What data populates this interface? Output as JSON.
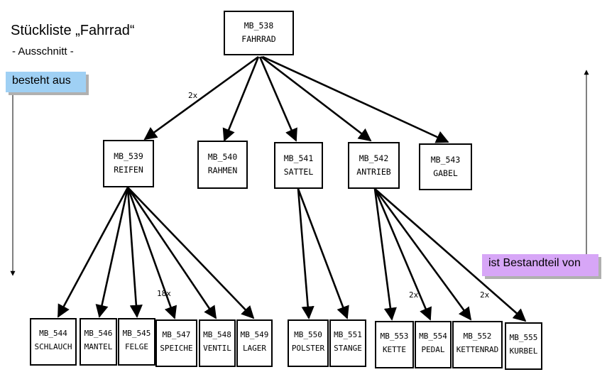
{
  "header": {
    "title": "Stückliste „Fahrrad“",
    "subtitle": "- Ausschnitt -"
  },
  "labels": {
    "left": "besteht aus",
    "right": "ist Bestandteil von"
  },
  "tree": {
    "root": {
      "code": "MB_538",
      "name": "FAHRRAD"
    },
    "level1": [
      {
        "code": "MB_539",
        "name": "REIFEN",
        "qty": "2x"
      },
      {
        "code": "MB_540",
        "name": "RAHMEN"
      },
      {
        "code": "MB_541",
        "name": "SATTEL"
      },
      {
        "code": "MB_542",
        "name": "ANTRIEB"
      },
      {
        "code": "MB_543",
        "name": "GABEL"
      }
    ],
    "level2": [
      {
        "code": "MB_544",
        "name": "SCHLAUCH"
      },
      {
        "code": "MB_546",
        "name": "MANTEL"
      },
      {
        "code": "MB_545",
        "name": "FELGE"
      },
      {
        "code": "MB_547",
        "name": "SPEICHE",
        "qty": "18x"
      },
      {
        "code": "MB_548",
        "name": "VENTIL"
      },
      {
        "code": "MB_549",
        "name": "LAGER"
      },
      {
        "code": "MB_550",
        "name": "POLSTER"
      },
      {
        "code": "MB_551",
        "name": "STANGE"
      },
      {
        "code": "MB_553",
        "name": "KETTE"
      },
      {
        "code": "MB_554",
        "name": "PEDAL",
        "qty": "2x"
      },
      {
        "code": "MB_552",
        "name": "KETTENRAD"
      },
      {
        "code": "MB_555",
        "name": "KURBEL",
        "qty": "2x"
      }
    ]
  },
  "colors": {
    "left_label_bg": "#9fd0f4",
    "right_label_bg": "#d7a6f7"
  }
}
